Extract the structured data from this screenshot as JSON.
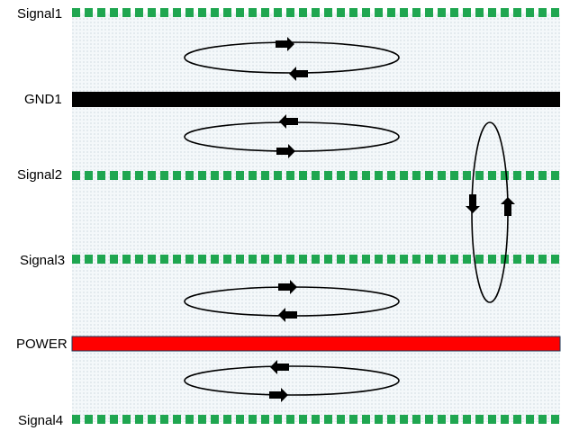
{
  "layers": [
    {
      "label": "Signal1",
      "kind": "signal"
    },
    {
      "label": "GND1",
      "kind": "ground"
    },
    {
      "label": "Signal2",
      "kind": "signal"
    },
    {
      "label": "Signal3",
      "kind": "signal"
    },
    {
      "label": "POWER",
      "kind": "power"
    },
    {
      "label": "Signal4",
      "kind": "signal"
    }
  ],
  "current_loops": [
    {
      "between": [
        "Signal1",
        "GND1"
      ],
      "top_arrow": "right",
      "bottom_arrow": "left"
    },
    {
      "between": [
        "GND1",
        "Signal2"
      ],
      "top_arrow": "left",
      "bottom_arrow": "right"
    },
    {
      "between": [
        "Signal2",
        "Signal3"
      ],
      "orientation": "vertical",
      "left_arrow": "down",
      "right_arrow": "up"
    },
    {
      "between": [
        "Signal3",
        "POWER"
      ],
      "top_arrow": "right",
      "bottom_arrow": "left"
    },
    {
      "between": [
        "POWER",
        "Signal4"
      ],
      "top_arrow": "left",
      "bottom_arrow": "right"
    }
  ],
  "colors": {
    "signal": "#1fa650",
    "ground": "#000000",
    "power": "#ff0000",
    "dielectric": "#eef3f6",
    "loop": "#000000"
  }
}
